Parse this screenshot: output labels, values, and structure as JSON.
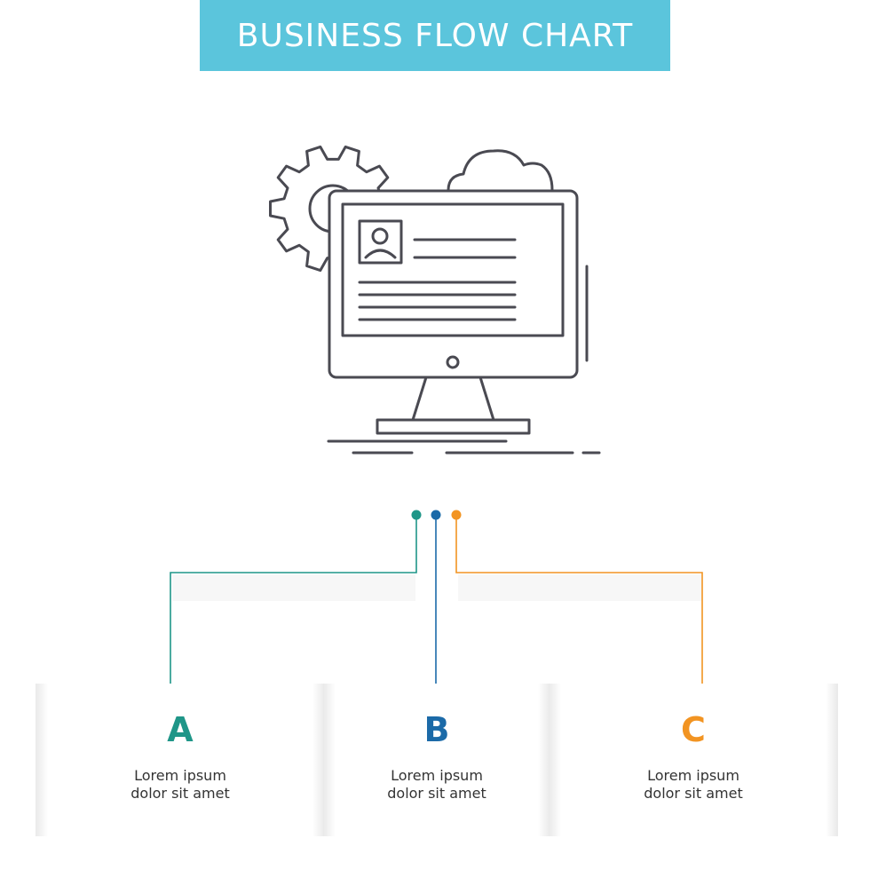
{
  "title": "BUSINESS FLOW CHART",
  "colors": {
    "banner": "#5bc5dc",
    "a": "#1f9688",
    "b": "#1b6aa8",
    "c": "#f29422",
    "icon_stroke": "#4a4a52"
  },
  "icons": {
    "hero": "computer-settings-cloud-profile-icon"
  },
  "steps": [
    {
      "letter": "A",
      "line1": "Lorem ipsum",
      "line2": "dolor sit amet"
    },
    {
      "letter": "B",
      "line1": "Lorem ipsum",
      "line2": "dolor sit amet"
    },
    {
      "letter": "C",
      "line1": "Lorem ipsum",
      "line2": "dolor sit amet"
    }
  ]
}
